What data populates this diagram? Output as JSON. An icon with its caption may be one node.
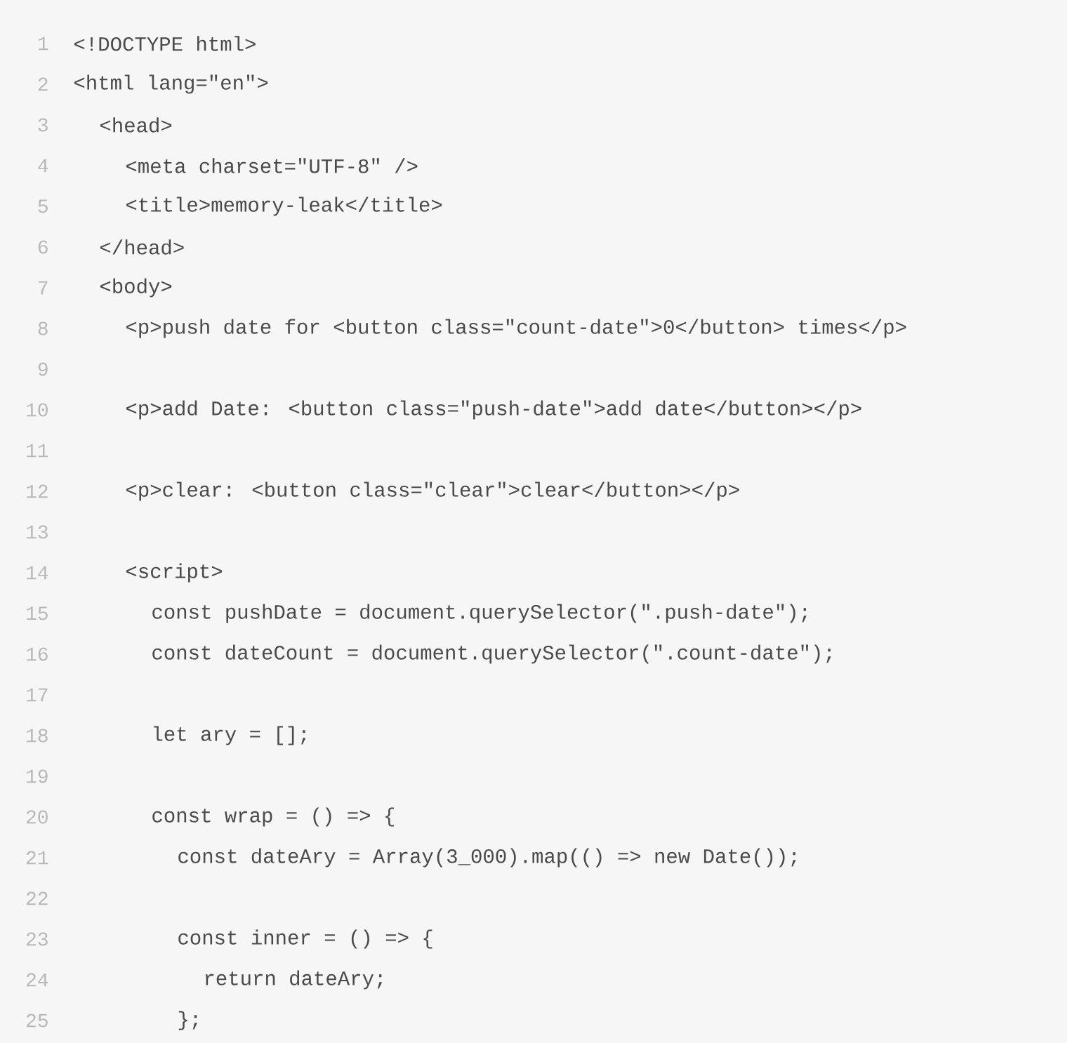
{
  "diagram": {
    "labels": [
      "1",
      "<!DOCTYPE html>",
      "2",
      "<html lang=\"en\">",
      "3",
      "<head>",
      "4",
      "<meta charset=\"UTF-8\" />",
      "5",
      "<title>memory-leak</title>",
      "6",
      "</head>",
      "7",
      "<body>",
      "8",
      "<p>push date for <button class=\"count-date\">0</button> times</p>",
      "9",
      "10",
      "<p>add Date: <button class=\"push-date\">add date</button></p>",
      "11",
      "12",
      "<p>clear: <button class=\"clear\">clear</button></p>",
      "13",
      "14",
      "<script>",
      "15",
      "const pushDate = document.querySelector(\".push-date\");",
      "16",
      "const dateCount = document.querySelector(\".count-date\");",
      "17",
      "18",
      "let ary = [];",
      "19",
      "20",
      "const wrap = () => {",
      "21",
      "const dateAry = Array(3_000).map(() => new Date());",
      "22",
      "23",
      "const inner = () => {",
      "24",
      "return dateAry;",
      "25",
      "};"
    ]
  }
}
